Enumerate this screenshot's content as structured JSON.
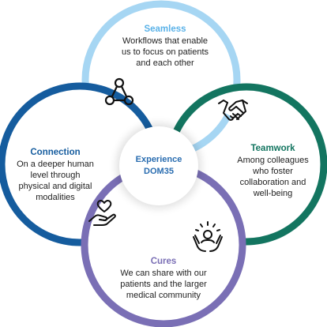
{
  "colors": {
    "seamless": "#a6d6f3",
    "teamwork": "#137560",
    "connection": "#155c9e",
    "cures": "#7a6fb5",
    "center_text": "#2a6db0",
    "hub_fill": "#ffffff",
    "icon_stroke": "#111111"
  },
  "diagram": {
    "center": {
      "line1": "Experience",
      "line2": "DOM35"
    },
    "rings": [
      {
        "key": "seamless",
        "title": "Seamless",
        "body": [
          "Workflows that enable",
          "us to focus on patients",
          "and each other"
        ],
        "icon": "network-icon"
      },
      {
        "key": "teamwork",
        "title": "Teamwork",
        "body": [
          "Among colleagues",
          "who foster",
          "collaboration and",
          "well-being"
        ],
        "icon": "handshake-icon"
      },
      {
        "key": "connection",
        "title": "Connection",
        "body": [
          "On a deeper human",
          "level through",
          "physical and digital",
          "modalities"
        ],
        "icon": "heart-in-hand-icon"
      },
      {
        "key": "cures",
        "title": "Cures",
        "body": [
          "We can share with our",
          "patients and the larger",
          "medical community"
        ],
        "icon": "raised-arms-icon"
      }
    ]
  }
}
